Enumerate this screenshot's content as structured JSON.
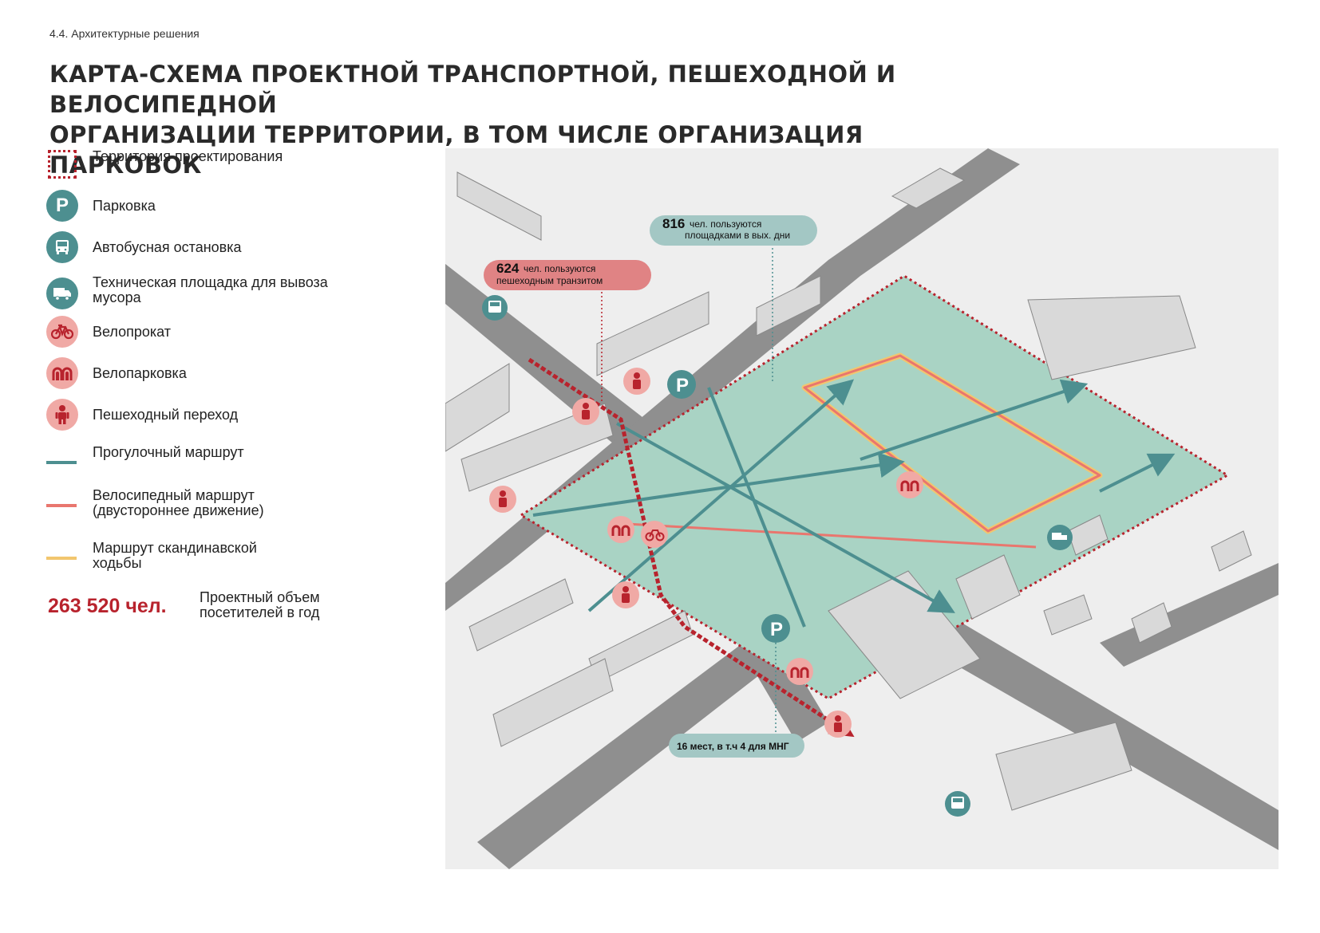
{
  "header": {
    "section": "4.4. Архитектурные решения",
    "title_line1": "Карта-схема проектной транспортной, пешеходной и велосипедной",
    "title_line2": "организации  территории, в том числе организация парковок"
  },
  "legend": {
    "items": [
      {
        "label": "Территория проектирования",
        "icon": "dotted-square-icon"
      },
      {
        "label": "Парковка",
        "icon": "parking-icon",
        "glyph": "P"
      },
      {
        "label": "Автобусная остановка",
        "icon": "bus-icon"
      },
      {
        "label": "Техническая площадка для вывоза мусора",
        "icon": "truck-icon"
      },
      {
        "label": "Велопрокат",
        "icon": "bicycle-icon"
      },
      {
        "label": "Велопарковка",
        "icon": "bike-rack-icon"
      },
      {
        "label": "Пешеходный переход",
        "icon": "pedestrian-icon"
      },
      {
        "label": "Прогулочный маршрут",
        "icon": "walking-route-line"
      },
      {
        "label": "Велосипедный маршрут (двустороннее движение)",
        "icon": "bike-route-line"
      },
      {
        "label": "Маршрут скандинавской ходьбы",
        "icon": "nordic-walking-line"
      }
    ]
  },
  "stat": {
    "value": "263 520 чел.",
    "label": "Проектный объем посетителей в год"
  },
  "callouts": {
    "weekend_num": "816",
    "weekend_line1": "чел. пользуются",
    "weekend_line2": "площадками в вых. дни",
    "transit_num": "624",
    "transit_line1": "чел. пользуются",
    "transit_line2": "пешеходным  транзитом",
    "parking": "16 мест, в т.ч 4 для МНГ"
  },
  "colors": {
    "teal": "#4d8f90",
    "teal_light": "#a9d3c4",
    "red": "#b8232d",
    "pink": "#f0a9a5",
    "bike": "#e9766e",
    "nordic": "#f2c66e",
    "callout_red": "#e08384",
    "callout_teal": "#a3c7c4"
  }
}
